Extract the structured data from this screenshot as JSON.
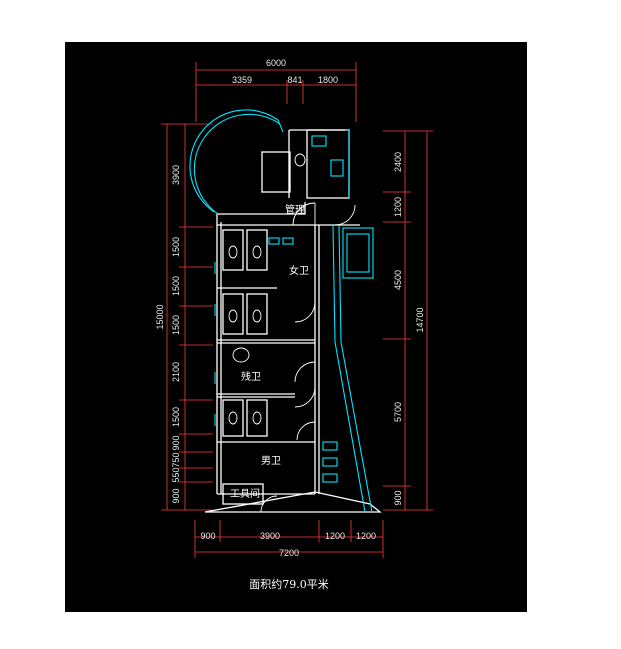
{
  "dimensions": {
    "top_total": "6000",
    "top_segments": [
      "3359",
      "841",
      "1800"
    ],
    "bottom_segments": [
      "900",
      "3900",
      "1200",
      "1200"
    ],
    "bottom_total": "7200",
    "left_segments": [
      "3900",
      "1500",
      "1500",
      "1500",
      "2100",
      "1500",
      "900",
      "750",
      "550",
      "900"
    ],
    "left_total": "15000",
    "right_segments": [
      "2400",
      "1200",
      "4500",
      "5700",
      "900"
    ],
    "right_total": "14700"
  },
  "rooms": {
    "management": "管理",
    "female_wc": "女卫",
    "disabled_wc": "残卫",
    "male_wc": "男卫",
    "utility": "工具间"
  },
  "caption": "面积约79.0平米",
  "colors": {
    "background": "#000000",
    "wall": "#ffffff",
    "window": "#00e5ff",
    "dimension_line": "#ff3b3b",
    "text": "#ffffff"
  }
}
